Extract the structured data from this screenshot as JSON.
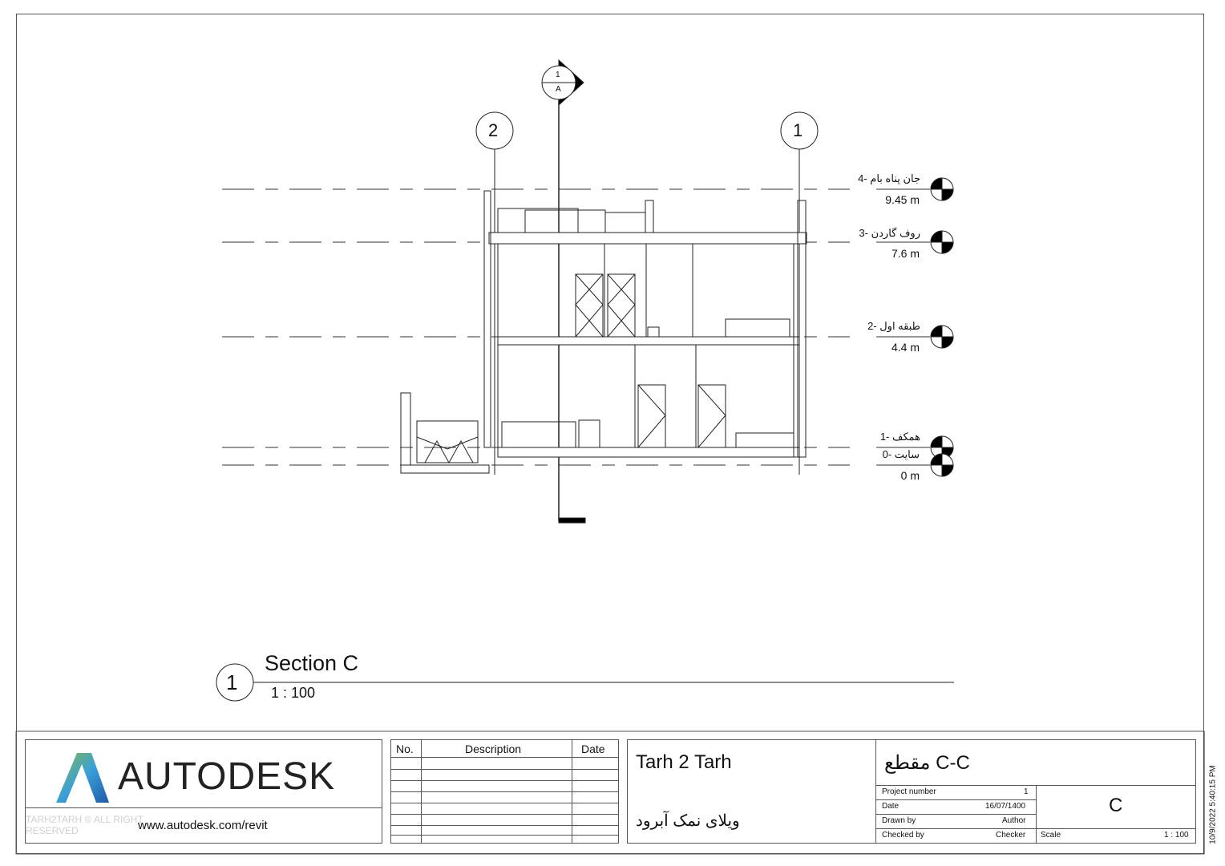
{
  "drawing": {
    "section_head": {
      "number": "1",
      "sheet": "A"
    },
    "grids": [
      {
        "label": "2"
      },
      {
        "label": "1"
      }
    ],
    "levels": [
      {
        "name": "جان پناه بام -4",
        "elevation": "9.45 m"
      },
      {
        "name": "روف گاردن -3",
        "elevation": "7.6 m"
      },
      {
        "name": "طبقه اول -2",
        "elevation": "4.4 m"
      },
      {
        "name": "همکف -1",
        "elevation": ""
      },
      {
        "name": "سایت -0",
        "elevation": "0 m"
      }
    ]
  },
  "view_title": {
    "number": "1",
    "name": "Section C",
    "scale": "1 : 100"
  },
  "title_block": {
    "logo_text": "AUTODESK",
    "logo_url": "www.autodesk.com/revit",
    "watermark": "TARH2TARH © ALL RIGHT RESERVED",
    "revisions": {
      "headers": [
        "No.",
        "Description",
        "Date"
      ],
      "rows": 7
    },
    "project_name": "Tarh 2 Tarh",
    "project_subtitle": "ویلای نمک آبرود",
    "sheet_name": "مقطع C-C",
    "fields": [
      {
        "label": "Project number",
        "value": "1"
      },
      {
        "label": "Date",
        "value": "16/07/1400"
      },
      {
        "label": "Drawn by",
        "value": "Author"
      },
      {
        "label": "Checked by",
        "value": "Checker"
      }
    ],
    "sheet_number": "C",
    "scale_label": "Scale",
    "scale_value": "1 : 100",
    "timestamp": "10/9/2022 5:40:15 PM"
  }
}
